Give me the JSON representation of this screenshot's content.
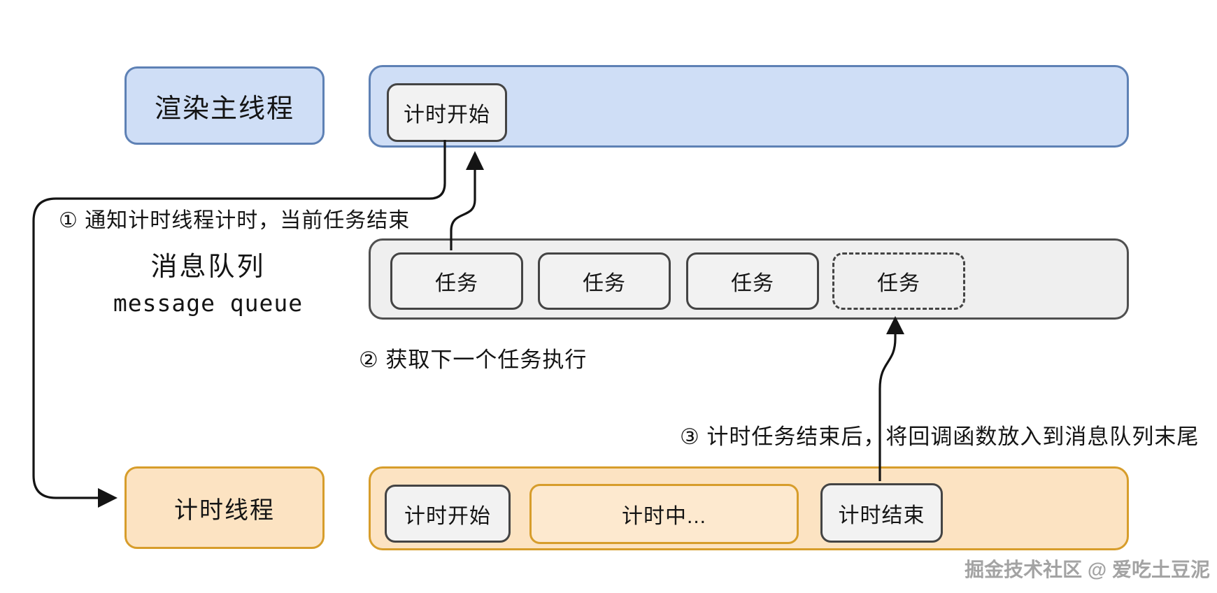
{
  "colors": {
    "blue_fill": "#cfdef6",
    "blue_border": "#5e81b5",
    "graybar_fill": "#efefef",
    "graybar_border": "#4f4f4f",
    "graybox_fill": "#f2f2f2",
    "graybox_border": "#444444",
    "orange_fill": "#fce3c2",
    "orange_inner_fill": "#fde9cf",
    "orange_border": "#d79d2b",
    "arrow": "#141414",
    "text": "#141414",
    "watermark": "#a3a3a3"
  },
  "rows": {
    "render_thread": {
      "label": "渲染主线程",
      "bar_boxes": [
        {
          "label": "计时开始",
          "style": "solid-gray"
        }
      ]
    },
    "message_queue": {
      "label_cn": "消息队列",
      "label_en": "message queue",
      "tasks": [
        {
          "label": "任务",
          "style": "solid"
        },
        {
          "label": "任务",
          "style": "solid"
        },
        {
          "label": "任务",
          "style": "solid"
        },
        {
          "label": "任务",
          "style": "dashed"
        }
      ]
    },
    "timer_thread": {
      "label": "计时线程",
      "bar_boxes": [
        {
          "label": "计时开始",
          "style": "solid-gray"
        },
        {
          "label": "计时中...",
          "style": "orange"
        },
        {
          "label": "计时结束",
          "style": "solid-gray"
        }
      ]
    }
  },
  "annotations": {
    "step1": "① 通知计时线程计时，当前任务结束",
    "step2": "② 获取下一个任务执行",
    "step3": "③ 计时任务结束后，将回调函数放入到消息队列末尾"
  },
  "watermark": {
    "text": "掘金技术社区 @ 爱吃土豆泥"
  }
}
